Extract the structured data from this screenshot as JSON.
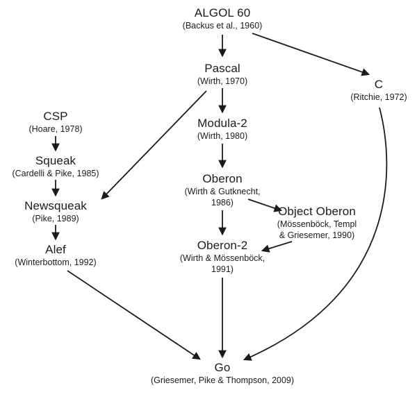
{
  "colors": {
    "ink": "#1b1b1b",
    "background": "#ffffff"
  },
  "diagram": {
    "nodes": {
      "algol60": {
        "name": "ALGOL 60",
        "citation": "(Backus et al., 1960)"
      },
      "pascal": {
        "name": "Pascal",
        "citation": "(Wirth, 1970)"
      },
      "c": {
        "name": "C",
        "citation": "(Ritchie, 1972)"
      },
      "csp": {
        "name": "CSP",
        "citation": "(Hoare, 1978)"
      },
      "modula2": {
        "name": "Modula-2",
        "citation": "(Wirth, 1980)"
      },
      "squeak": {
        "name": "Squeak",
        "citation": "(Cardelli & Pike, 1985)"
      },
      "oberon": {
        "name": "Oberon",
        "citation": "(Wirth & Gutknecht, 1986)"
      },
      "newsqueak": {
        "name": "Newsqueak",
        "citation": "(Pike, 1989)"
      },
      "objectOberon": {
        "name": "Object Oberon",
        "citation": "(Mössenböck, Templ & Griesemer, 1990)"
      },
      "oberon2": {
        "name": "Oberon-2",
        "citation": "(Wirth & Mössenböck, 1991)"
      },
      "alef": {
        "name": "Alef",
        "citation": "(Winterbottom, 1992)"
      },
      "go": {
        "name": "Go",
        "citation": "(Griesemer, Pike & Thompson, 2009)"
      }
    },
    "edges": [
      {
        "from": "ALGOL 60",
        "to": "Pascal"
      },
      {
        "from": "ALGOL 60",
        "to": "C"
      },
      {
        "from": "Pascal",
        "to": "Modula-2"
      },
      {
        "from": "Pascal",
        "to": "Newsqueak"
      },
      {
        "from": "Modula-2",
        "to": "Oberon"
      },
      {
        "from": "CSP",
        "to": "Squeak"
      },
      {
        "from": "Squeak",
        "to": "Newsqueak"
      },
      {
        "from": "Newsqueak",
        "to": "Alef"
      },
      {
        "from": "Oberon",
        "to": "Object Oberon"
      },
      {
        "from": "Oberon",
        "to": "Oberon-2"
      },
      {
        "from": "Object Oberon",
        "to": "Oberon-2"
      },
      {
        "from": "Oberon-2",
        "to": "Go"
      },
      {
        "from": "Alef",
        "to": "Go"
      },
      {
        "from": "C",
        "to": "Go"
      }
    ]
  }
}
